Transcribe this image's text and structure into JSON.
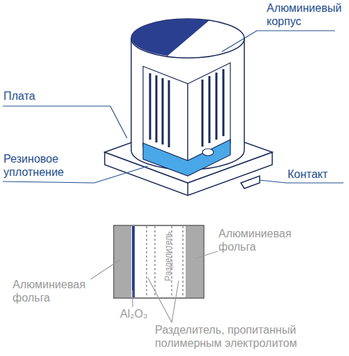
{
  "diagram": {
    "labels": [
      "Алюминиевый корпус",
      "Плата",
      "Резиновое уплотнение",
      "Контакт",
      "Разделитель",
      "Алюминиевая фольга",
      "Алюминиевая фольга",
      "Al₂O₃",
      "Разделитель, пропитанный полимерным электролитом"
    ]
  }
}
